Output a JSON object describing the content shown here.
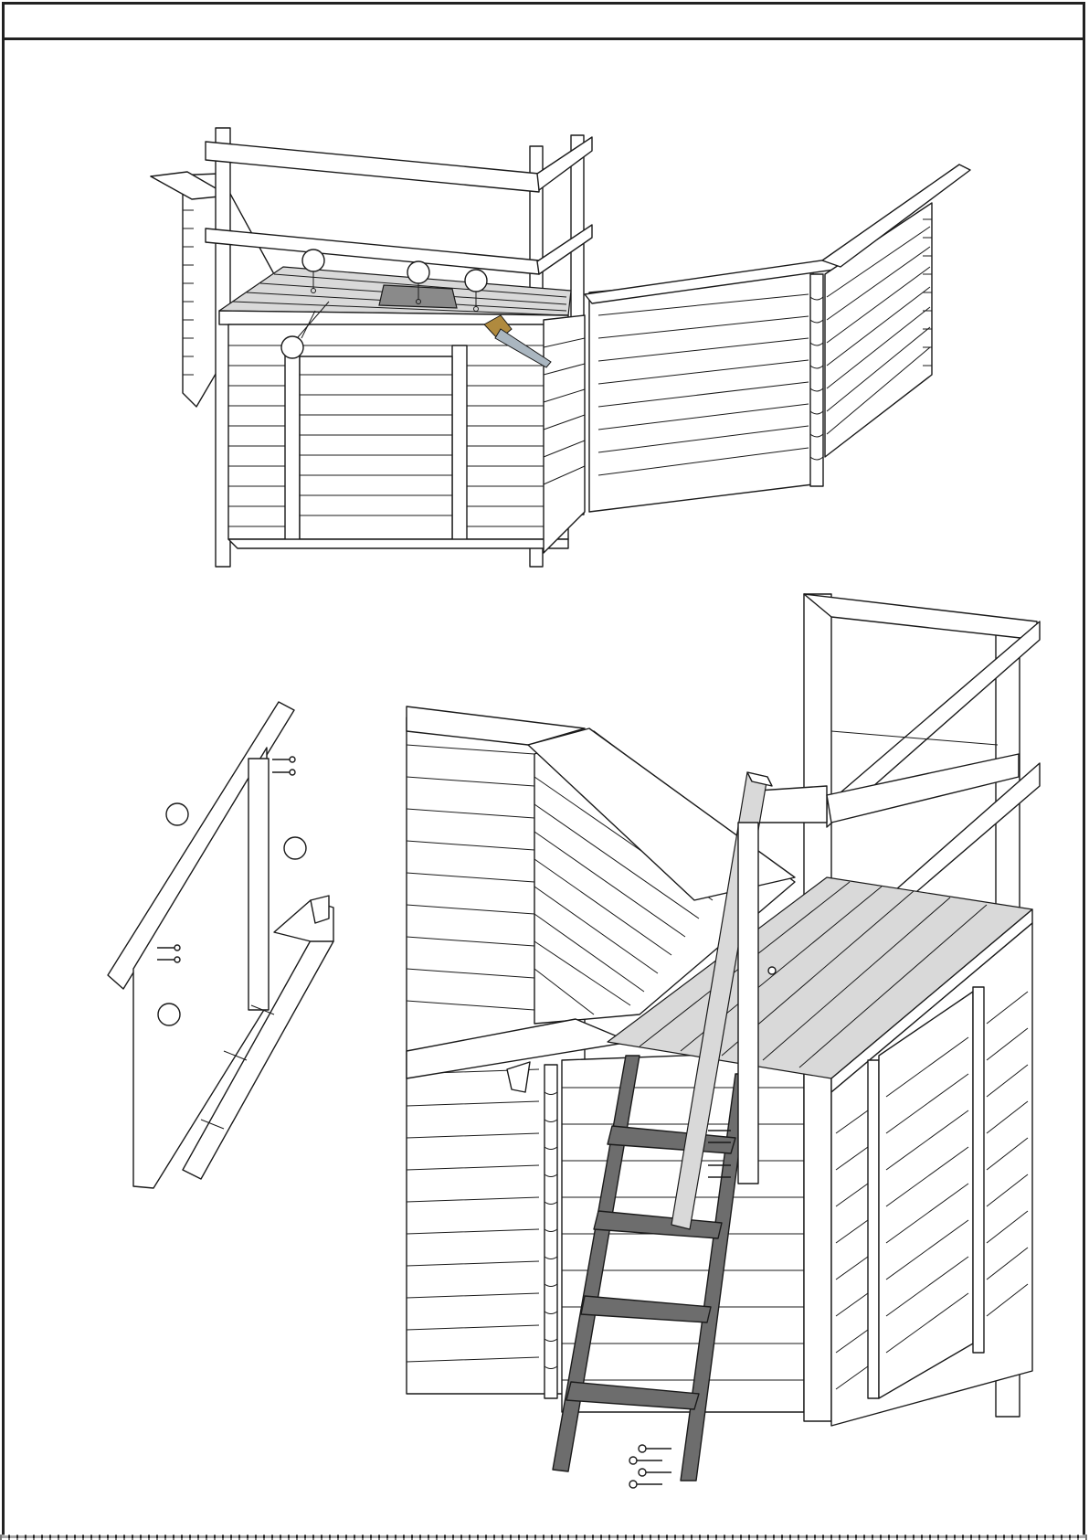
{
  "document": {
    "header_text": "",
    "figures": [
      {
        "name": "upper-assembly-view",
        "callouts": 4,
        "tool_icon": "hand-saw-icon"
      },
      {
        "name": "handrail-detail-view",
        "callouts": 3,
        "fastener_icon": "screw-icon"
      },
      {
        "name": "ladder-assembly-view",
        "fastener_icon": "screw-icon",
        "screws": 4
      }
    ]
  },
  "colors": {
    "line": "#1a1a1a",
    "shade_light": "#d9d9d9",
    "shade_mid": "#b9b9b9",
    "shade_dark": "#6d6d6d",
    "saw_handle": "#b08a3e"
  }
}
